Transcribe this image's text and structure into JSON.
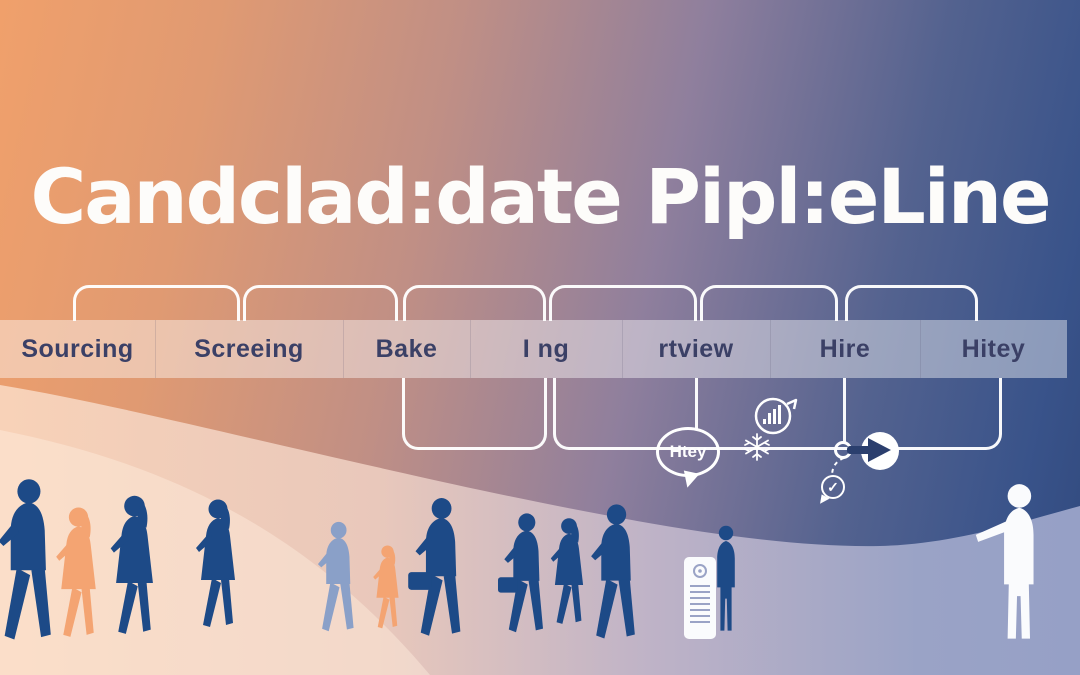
{
  "title": "Candclad:date Pipl:eLine",
  "pipeline": {
    "stages": [
      {
        "label": "Sourcing"
      },
      {
        "label": "Screeing"
      },
      {
        "label": "Bake"
      },
      {
        "label": "I ng"
      },
      {
        "label": "rtview"
      },
      {
        "label": "Hire"
      },
      {
        "label": "Hitey"
      }
    ]
  },
  "callouts": {
    "speech_bubble_label": "Htey",
    "check_glyph": "✓"
  },
  "icons": {
    "snowflake": "snowflake-icon",
    "analytics_bubble": "bar-chart-bubble-icon",
    "milestone_node": "node-ring-icon",
    "play_arrow": "play-arrow-icon",
    "checkmark": "check-bubble-icon",
    "speech": "speech-bubble-icon"
  },
  "colors": {
    "gradient_orange": "#f0a06b",
    "gradient_blue": "#31497d",
    "band_overlay": "rgba(255,255,255,0.42)",
    "band_text": "#3b4066",
    "silhouette_navy": "#1d4a87",
    "silhouette_orange": "#f4a472",
    "silhouette_faded": "#8aa0c8",
    "silhouette_white": "#fafbfd",
    "line_white": "#ffffff",
    "arrow_navy": "#2b3f6e"
  }
}
